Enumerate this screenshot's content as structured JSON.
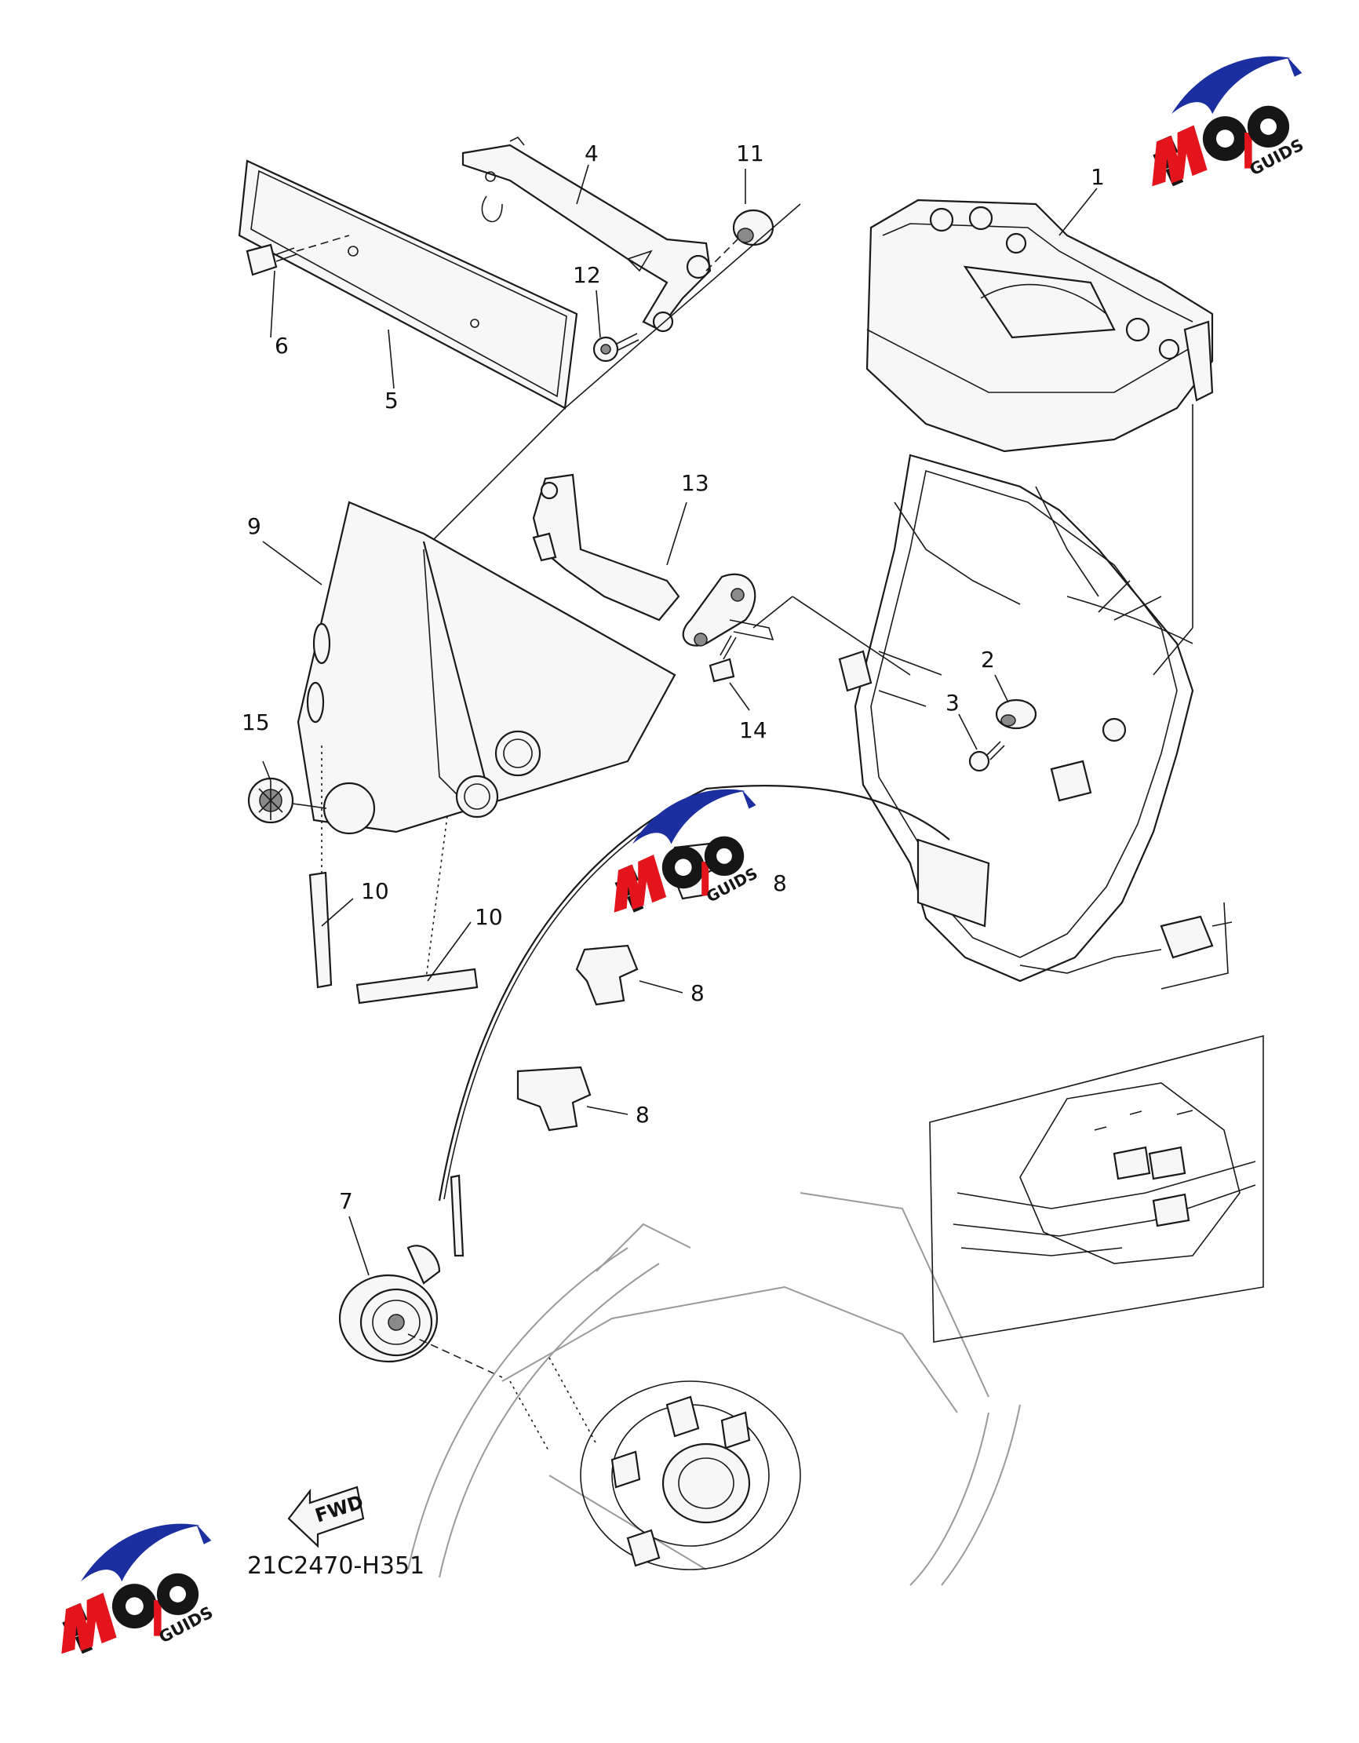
{
  "diagram": {
    "part_labels": [
      "1",
      "2",
      "3",
      "4",
      "5",
      "6",
      "7",
      "8",
      "8",
      "8",
      "9",
      "10",
      "10",
      "11",
      "12",
      "13",
      "14",
      "15"
    ],
    "fwd_label": "FWD",
    "drawing_code": "21C2470-H351"
  },
  "watermark": {
    "text": "MOTO GUIDS",
    "colors": {
      "swoosh": "#1c2fa0",
      "accent": "#e3141c",
      "gear": "#161616"
    }
  }
}
